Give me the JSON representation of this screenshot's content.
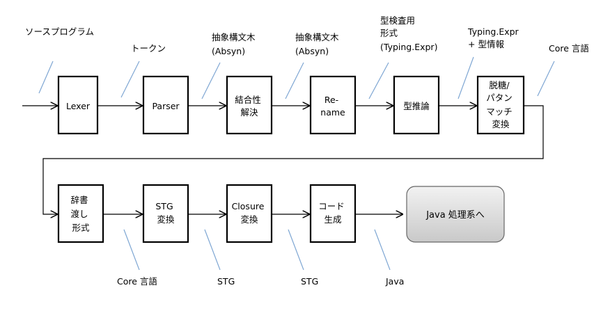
{
  "stages_row1": [
    {
      "id": "lexer",
      "lines": [
        "Lexer"
      ]
    },
    {
      "id": "parser",
      "lines": [
        "Parser"
      ]
    },
    {
      "id": "fixity",
      "lines": [
        "結合性",
        "解決"
      ]
    },
    {
      "id": "rename",
      "lines": [
        "Re-",
        "name"
      ]
    },
    {
      "id": "typeinfer",
      "lines": [
        "型推論"
      ]
    },
    {
      "id": "desugar",
      "lines": [
        "脱糖/",
        "パタン",
        "マッチ",
        "変換"
      ]
    }
  ],
  "stages_row2": [
    {
      "id": "dictpass",
      "lines": [
        "辞書",
        "渡し",
        "形式"
      ]
    },
    {
      "id": "stgconv",
      "lines": [
        "STG",
        "変換"
      ]
    },
    {
      "id": "closureconv",
      "lines": [
        "Closure",
        "変換"
      ]
    },
    {
      "id": "codegen",
      "lines": [
        "コード",
        "生成"
      ]
    }
  ],
  "final_stage": {
    "label": "Java 処理系へ"
  },
  "labels_row1": [
    {
      "id": "source",
      "lines": [
        "ソースプログラム"
      ]
    },
    {
      "id": "tokens",
      "lines": [
        "トークン"
      ]
    },
    {
      "id": "absyn1",
      "lines": [
        "抽象構文木",
        "(Absyn)"
      ]
    },
    {
      "id": "absyn2",
      "lines": [
        "抽象構文木",
        "(Absyn)"
      ]
    },
    {
      "id": "typed",
      "lines": [
        "型検査用",
        "形式",
        "(Typing.Expr)"
      ]
    },
    {
      "id": "typedinfo",
      "lines": [
        "Typing.Expr",
        "+ 型情報"
      ]
    },
    {
      "id": "core1",
      "lines": [
        "Core 言語"
      ]
    }
  ],
  "labels_row2": [
    {
      "id": "core2",
      "lines": [
        "Core 言語"
      ]
    },
    {
      "id": "stg1",
      "lines": [
        "STG"
      ]
    },
    {
      "id": "stg2",
      "lines": [
        "STG"
      ]
    },
    {
      "id": "java",
      "lines": [
        "Java"
      ]
    }
  ],
  "colors": {
    "box_stroke": "#000000",
    "arrow": "#000000",
    "leader": "#7ea6d3",
    "final_fill_top": "#f2f2f2",
    "final_fill_bottom": "#c9c9c9"
  }
}
